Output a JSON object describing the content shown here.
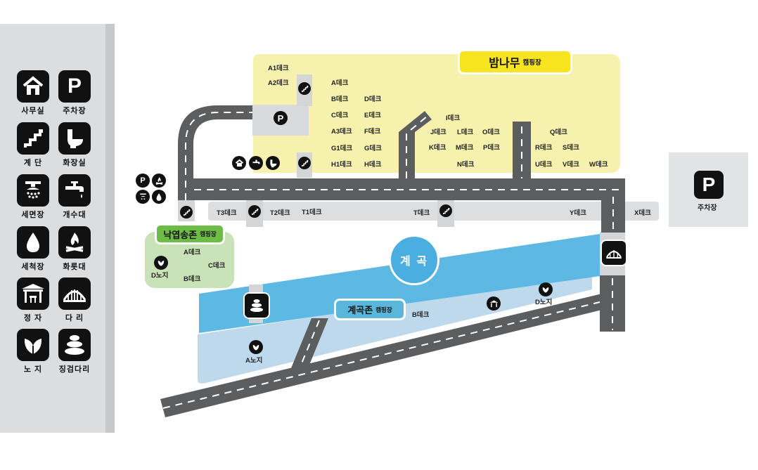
{
  "legend": {
    "items": [
      {
        "label": "사무실",
        "icon": "office-icon"
      },
      {
        "label": "주차장",
        "icon": "parking-icon"
      },
      {
        "label": "계 단",
        "icon": "stairs-icon"
      },
      {
        "label": "화장실",
        "icon": "toilet-icon"
      },
      {
        "label": "세면장",
        "icon": "shower-icon"
      },
      {
        "label": "개수대",
        "icon": "faucet-icon"
      },
      {
        "label": "세척장",
        "icon": "water-drop-icon"
      },
      {
        "label": "화롯대",
        "icon": "campfire-icon"
      },
      {
        "label": "정 자",
        "icon": "pavilion-icon"
      },
      {
        "label": "다 리",
        "icon": "bridge-icon"
      },
      {
        "label": "노 지",
        "icon": "leaf-icon"
      },
      {
        "label": "징검다리",
        "icon": "stepping-stones-icon"
      }
    ]
  },
  "zones": {
    "bamnamu": {
      "name": "밤나무",
      "suffix": "캠핑장"
    },
    "nakyeop": {
      "name": "낙엽송존",
      "suffix": "캠핑장"
    },
    "gyegok_zone": {
      "name": "계곡존",
      "suffix": "캠핑장"
    },
    "stream": "계 곡"
  },
  "parking_right_label": "주차장",
  "parking_letter": "P",
  "bamnamu_sites": [
    "A1데크",
    "A2데크",
    "A데크",
    "B데크",
    "C데크",
    "A3데크",
    "G1데크",
    "H1데크",
    "D데크",
    "E데크",
    "F데크",
    "G데크",
    "H데크",
    "I데크",
    "J데크",
    "K데크",
    "L데크",
    "M데크",
    "N데크",
    "O데크",
    "P데크",
    "Q데크",
    "R데크",
    "S데크",
    "U데크",
    "V데크",
    "W데크"
  ],
  "road_sites": [
    "T3데크",
    "T2데크",
    "T1데크",
    "T데크",
    "Y데크",
    "X데크"
  ],
  "nakyeop_sites": [
    "A데크",
    "C데크",
    "D노지",
    "B데크"
  ],
  "gyegok_sites": [
    "B데크",
    "D노지",
    "A노지"
  ]
}
